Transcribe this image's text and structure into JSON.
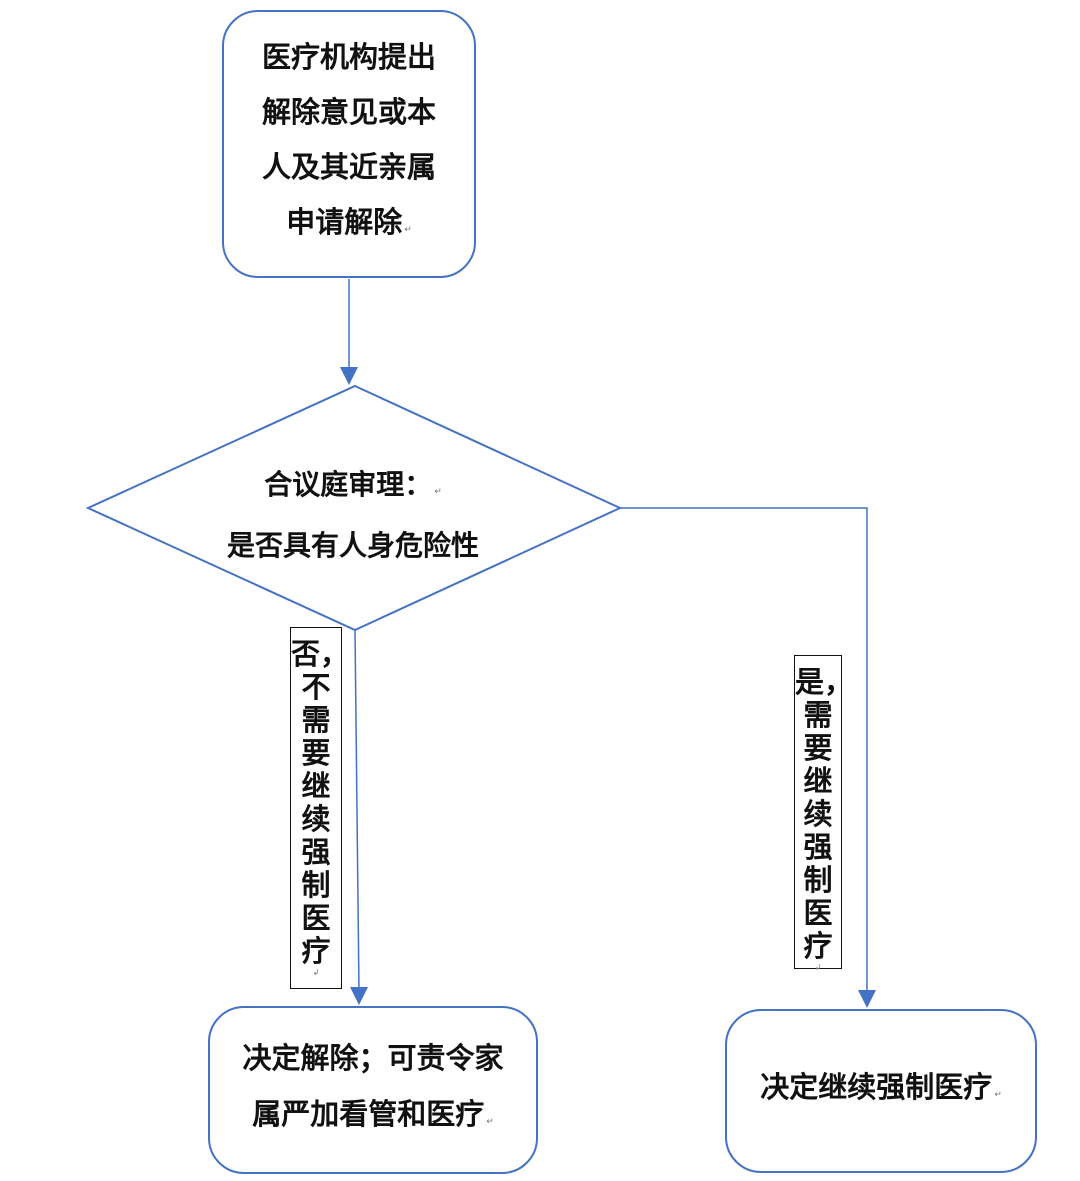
{
  "flowchart": {
    "start": {
      "text": "医疗机构提出解除意见或本人及其近亲属申请解除"
    },
    "decision": {
      "line1": "合议庭审理：",
      "line2": "是否具有人身危险性"
    },
    "branch_no": {
      "label": "否，不需要继续强制医疗"
    },
    "branch_yes": {
      "label": "是，需要继续强制医疗"
    },
    "outcome_release": {
      "text": "决定解除；可责令家属严加看管和医疗"
    },
    "outcome_continue": {
      "text": "决定继续强制医疗"
    }
  },
  "colors": {
    "node_border": "#4472C4",
    "connector": "#4472C4",
    "text": "#111111"
  },
  "marks": {
    "paragraph": "↵",
    "line_break": "↲"
  }
}
